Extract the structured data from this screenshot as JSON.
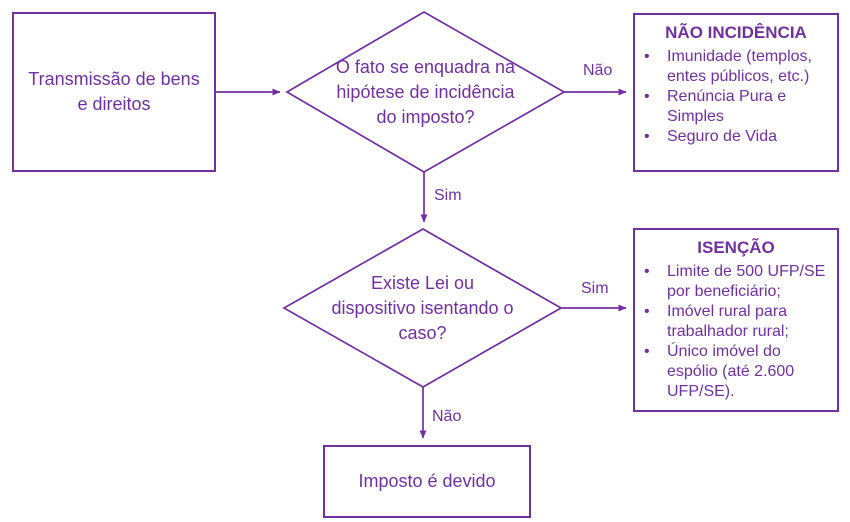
{
  "palette": {
    "purple": "#7030A0",
    "background": "#FFFFFF"
  },
  "flowchart": {
    "start": {
      "lines": [
        "Transmissão de bens",
        "e direitos"
      ]
    },
    "decision_incidencia": {
      "lines": [
        "O fato se enquadra na",
        "hipótese de incidência",
        "do imposto?"
      ]
    },
    "nao_incidencia": {
      "title": "NÃO INCIDÊNCIA",
      "items": [
        "Imunidade (templos, entes públicos, etc.)",
        "Renúncia Pura e Simples",
        "Seguro de Vida"
      ]
    },
    "decision_isencao": {
      "lines": [
        "Existe Lei ou",
        "dispositivo isentando o",
        "caso?"
      ]
    },
    "isencao": {
      "title": "ISENÇÃO",
      "items": [
        "Limite de 500 UFP/SE por beneficiário;",
        "Imóvel rural para trabalhador rural;",
        "Único imóvel do espólio (até 2.600 UFP/SE)."
      ]
    },
    "imposto_devido": {
      "label": "Imposto é devido"
    },
    "edges": {
      "incidencia_nao": "Não",
      "incidencia_sim": "Sim",
      "isencao_sim": "Sim",
      "isencao_nao": "Não"
    }
  }
}
